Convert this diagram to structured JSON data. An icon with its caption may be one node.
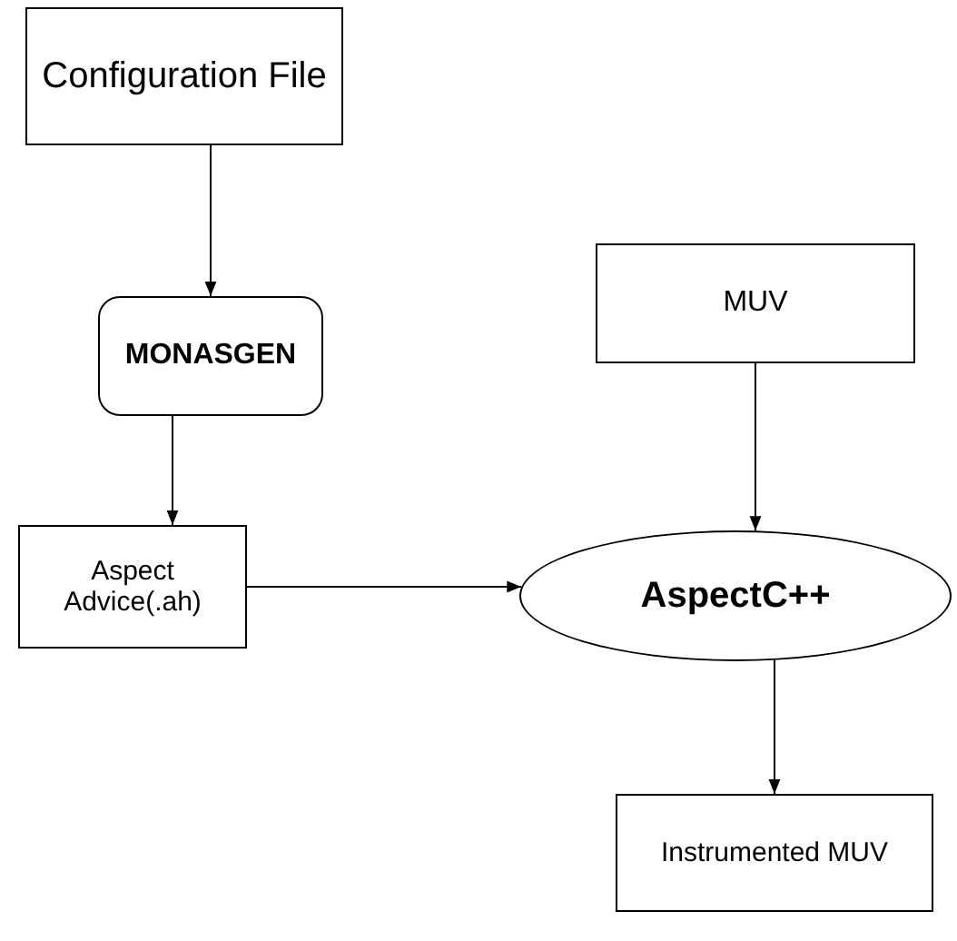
{
  "diagram": {
    "nodes": [
      {
        "text": [
          "Configuration File"
        ]
      },
      {
        "text": [
          "MONASGEN"
        ]
      },
      {
        "text": [
          "Aspect Advice(.ah)"
        ]
      },
      {
        "text": [
          "MUV"
        ]
      },
      {
        "text": [
          "AspectC++"
        ]
      },
      {
        "text": [
          "Instrumented MUV"
        ]
      }
    ],
    "edges": [
      {
        "from": 0,
        "to": 1,
        "arrow": "to"
      },
      {
        "from": 1,
        "to": 2,
        "arrow": "to"
      },
      {
        "from": 3,
        "to": 4,
        "arrow": "to"
      },
      {
        "from": 2,
        "to": 4,
        "arrow": "to"
      },
      {
        "from": 4,
        "to": 5,
        "arrow": "to"
      }
    ]
  }
}
